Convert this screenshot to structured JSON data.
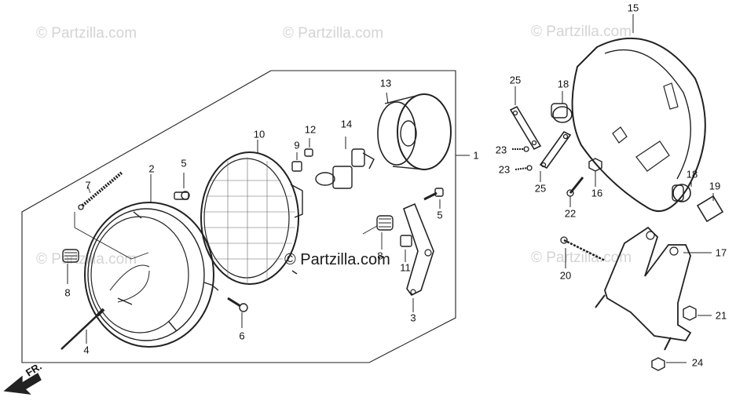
{
  "watermarks": {
    "top_left": "© Partzilla.com",
    "top_mid": "© Partzilla.com",
    "top_right": "© Partzilla.com",
    "mid_left": "© Partzilla.com",
    "mid_right": "© Partzilla.com",
    "center": "© Partzilla.com"
  },
  "direction_label": "FR.",
  "callouts": [
    {
      "id": "c1",
      "text": "1"
    },
    {
      "id": "c2",
      "text": "2"
    },
    {
      "id": "c3",
      "text": "3"
    },
    {
      "id": "c4",
      "text": "4"
    },
    {
      "id": "c5a",
      "text": "5"
    },
    {
      "id": "c5b",
      "text": "5"
    },
    {
      "id": "c6",
      "text": "6"
    },
    {
      "id": "c7",
      "text": "7"
    },
    {
      "id": "c8a",
      "text": "8"
    },
    {
      "id": "c8b",
      "text": "8"
    },
    {
      "id": "c9",
      "text": "9"
    },
    {
      "id": "c10",
      "text": "10"
    },
    {
      "id": "c11",
      "text": "11"
    },
    {
      "id": "c12",
      "text": "12"
    },
    {
      "id": "c13",
      "text": "13"
    },
    {
      "id": "c14",
      "text": "14"
    },
    {
      "id": "c15",
      "text": "15"
    },
    {
      "id": "c16",
      "text": "16"
    },
    {
      "id": "c17",
      "text": "17"
    },
    {
      "id": "c18a",
      "text": "18"
    },
    {
      "id": "c18b",
      "text": "18"
    },
    {
      "id": "c19",
      "text": "19"
    },
    {
      "id": "c20",
      "text": "20"
    },
    {
      "id": "c21",
      "text": "21"
    },
    {
      "id": "c22",
      "text": "22"
    },
    {
      "id": "c23a",
      "text": "23"
    },
    {
      "id": "c23b",
      "text": "23"
    },
    {
      "id": "c24",
      "text": "24"
    },
    {
      "id": "c25a",
      "text": "25"
    },
    {
      "id": "c25b",
      "text": "25"
    }
  ]
}
